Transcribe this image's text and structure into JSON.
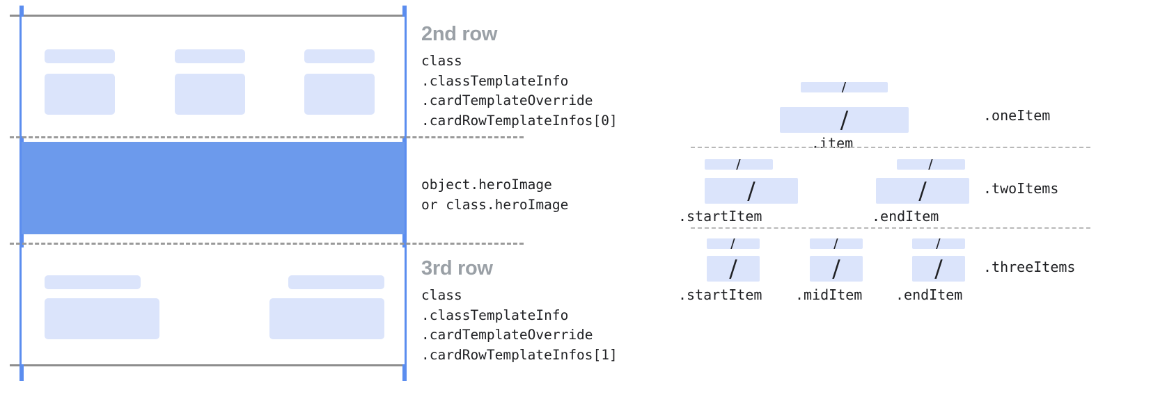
{
  "diagram": {
    "title_unused": "",
    "colors": {
      "guide_blue": "#5b8def",
      "placeholder_blue": "#dbe4fb",
      "hero_blue": "#6c9aec",
      "rule_gray": "#8d8d8d",
      "row_title_gray": "#9aa0a6",
      "text_black": "#202124"
    }
  },
  "card": {
    "rows": [
      {
        "title": "2nd row",
        "code": "class\n.classTemplateInfo\n.cardTemplateOverride\n.cardRowTemplateInfos[0]",
        "items": 3
      },
      {
        "title": "",
        "code": "object.heroImage\nor class.heroImage",
        "items": 0
      },
      {
        "title": "3rd row",
        "code": "class\n.classTemplateInfo\n.cardTemplateOverride\n.cardRowTemplateInfos[1]",
        "items": 2
      }
    ]
  },
  "layouts": {
    "slash_glyph": "/",
    "groups": [
      {
        "name": ".oneItem",
        "items": [
          {
            "caption": ".item"
          }
        ]
      },
      {
        "name": ".twoItems",
        "items": [
          {
            "caption": ".startItem"
          },
          {
            "caption": ".endItem"
          }
        ]
      },
      {
        "name": ".threeItems",
        "items": [
          {
            "caption": ".startItem"
          },
          {
            "caption": ".midItem"
          },
          {
            "caption": ".endItem"
          }
        ]
      }
    ]
  }
}
